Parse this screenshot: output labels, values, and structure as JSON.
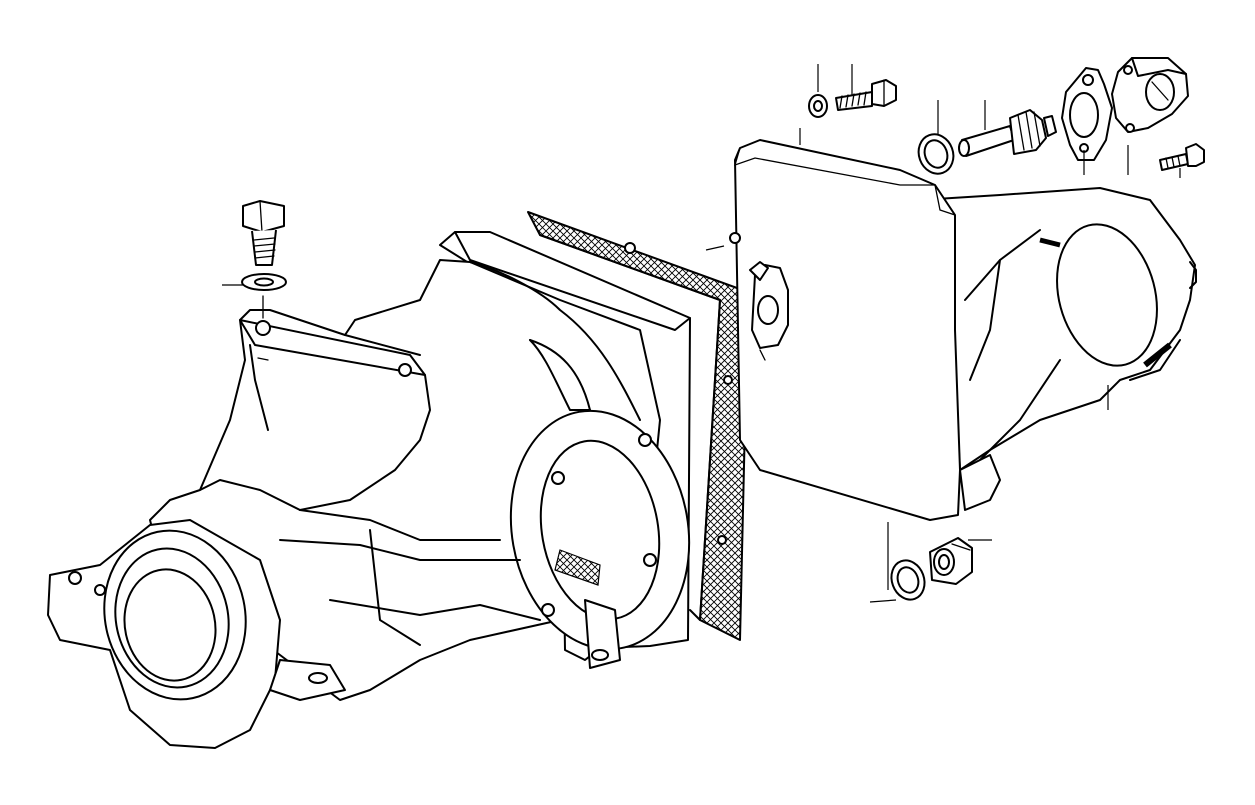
{
  "colors": {
    "ink": "#000000",
    "paper": "#ffffff"
  },
  "parts": [
    {
      "id": "differential-housing",
      "icon": "housing-drawing"
    },
    {
      "id": "housing-bolt",
      "icon": "bolt-drawing"
    },
    {
      "id": "housing-washer",
      "icon": "washer-drawing"
    },
    {
      "id": "gasket",
      "icon": "gasket-drawing"
    },
    {
      "id": "rear-cover",
      "icon": "cover-drawing"
    },
    {
      "id": "cover-bolt",
      "icon": "bolt-drawing"
    },
    {
      "id": "cover-washer",
      "icon": "washer-drawing"
    },
    {
      "id": "vent-o-ring",
      "icon": "o-ring-drawing"
    },
    {
      "id": "vent-pipe",
      "icon": "pipe-drawing"
    },
    {
      "id": "vent-flange",
      "icon": "flange-drawing"
    },
    {
      "id": "vent-cap",
      "icon": "cap-drawing"
    },
    {
      "id": "cap-screw",
      "icon": "screw-drawing"
    },
    {
      "id": "drain-seal-ring",
      "icon": "ring-drawing"
    },
    {
      "id": "drain-plug",
      "icon": "plug-drawing"
    }
  ]
}
